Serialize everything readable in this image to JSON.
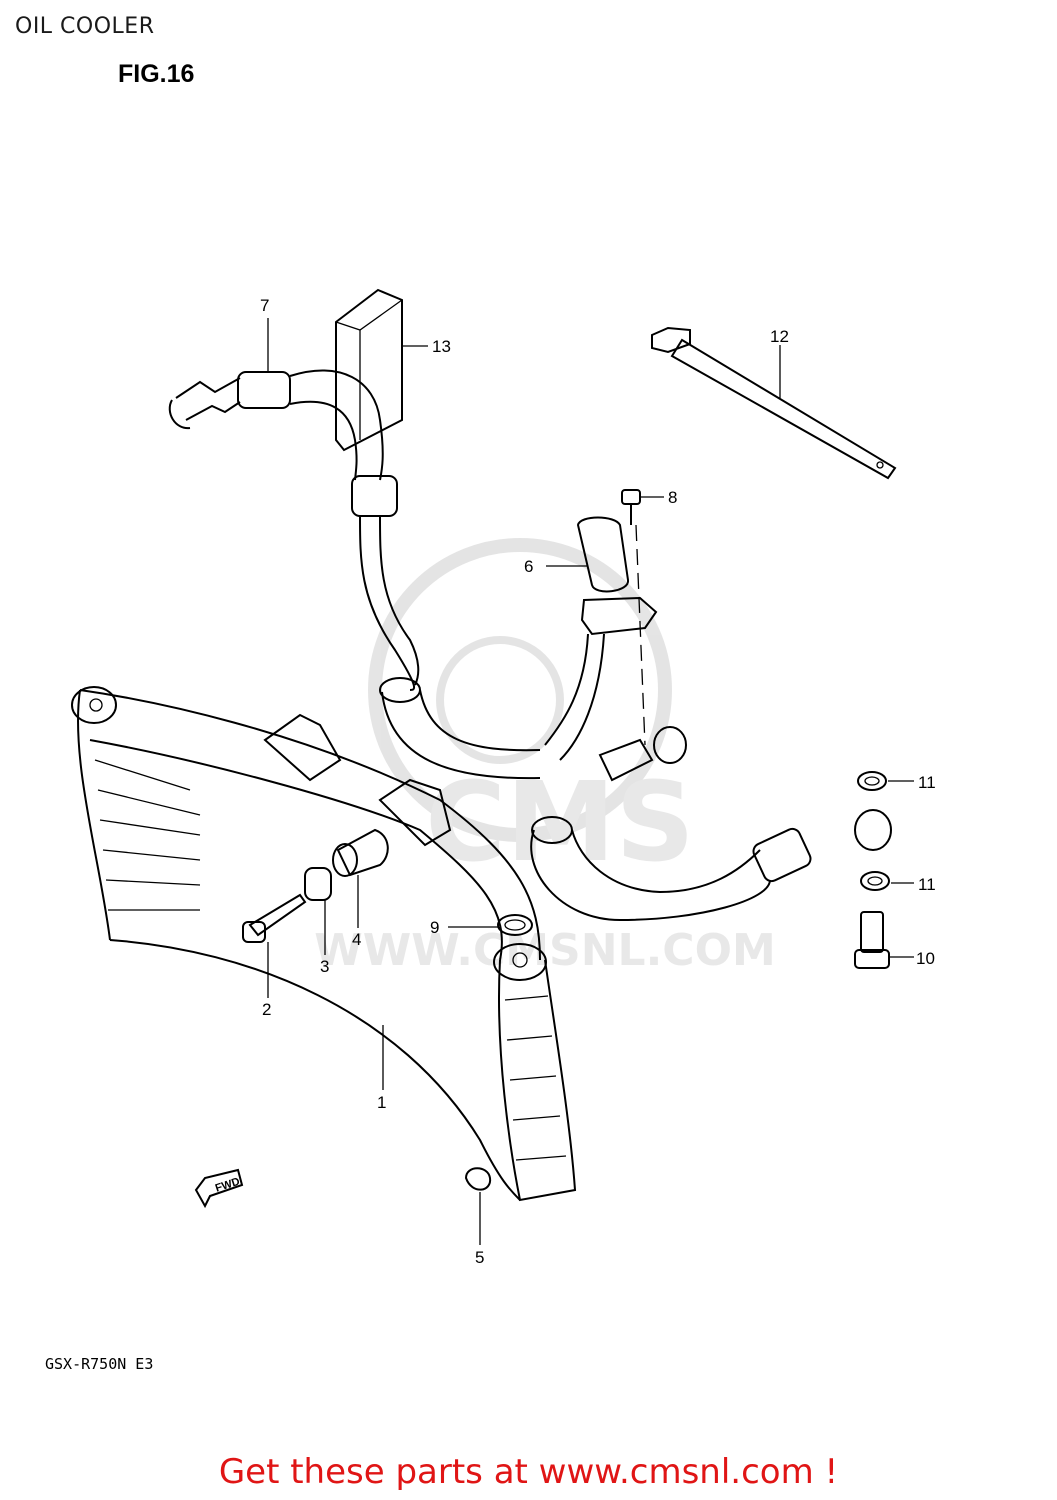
{
  "header": {
    "title": "OIL COOLER"
  },
  "figure": {
    "label": "FIG.16",
    "model": "GSX-R750N E3"
  },
  "callouts": [
    "1",
    "2",
    "3",
    "4",
    "5",
    "6",
    "7",
    "8",
    "9",
    "10",
    "11",
    "11",
    "12",
    "13"
  ],
  "direction_tag": "FWD",
  "watermark": {
    "text": "WWW.CMSNL.COM",
    "logo": "CMS"
  },
  "footer": {
    "link_text": "Get these parts at www.cmsnl.com !",
    "link_color": "#e01515"
  },
  "colors": {
    "line": "#000000",
    "watermark": "#c8c8c8",
    "background": "#ffffff"
  }
}
